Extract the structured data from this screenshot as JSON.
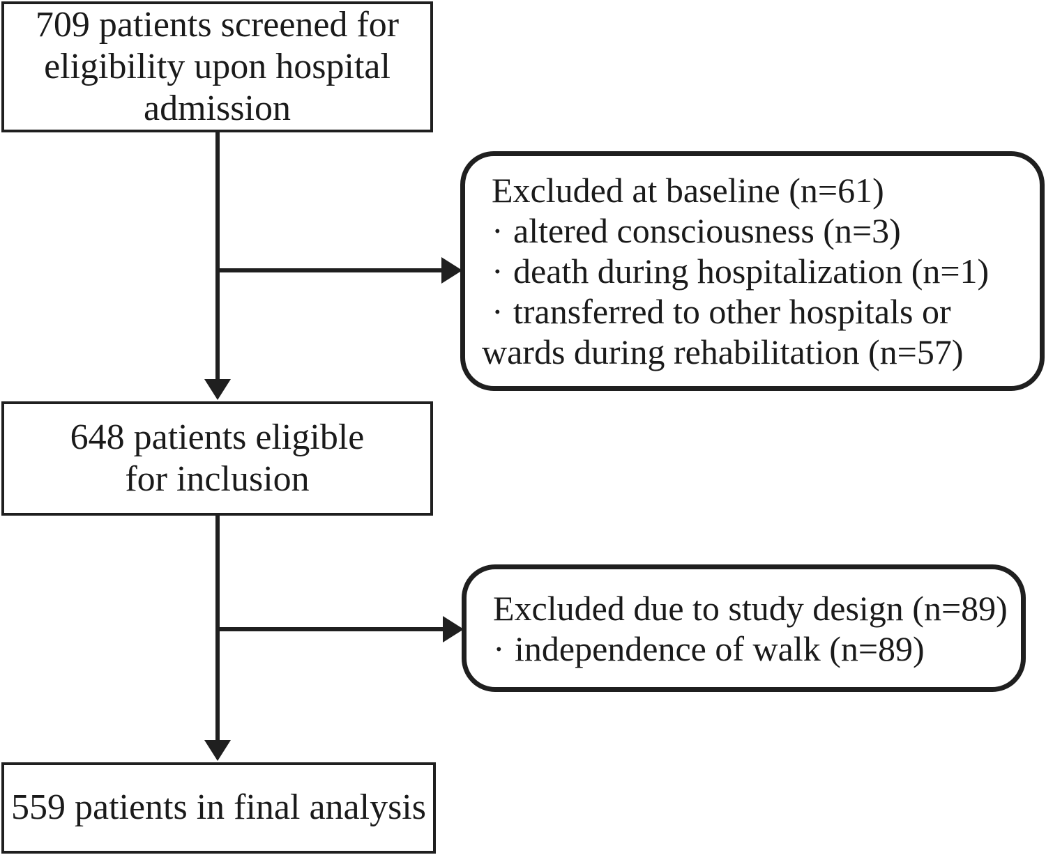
{
  "diagram": {
    "type": "participant-flow-diagram",
    "nodes": {
      "screened": {
        "shape": "rectangle",
        "lines": [
          "709 patients screened for",
          "eligibility upon hospital",
          "admission"
        ]
      },
      "eligible": {
        "shape": "rectangle",
        "lines": [
          "648 patients eligible",
          "for inclusion"
        ]
      },
      "final": {
        "shape": "rectangle",
        "lines": [
          "559 patients in final analysis"
        ]
      },
      "excluded_baseline": {
        "shape": "rounded-rectangle",
        "heading": "Excluded at baseline (n=61)",
        "bullets": [
          "altered consciousness (n=3)",
          "death during hospitalization (n=1)",
          "transferred to other hospitals or"
        ],
        "continuation": "wards during rehabilitation (n=57)",
        "bullet_glyph": "·"
      },
      "excluded_design": {
        "shape": "rounded-rectangle",
        "heading": "Excluded due to study design (n=89)",
        "bullets": [
          "independence of walk (n=89)"
        ],
        "bullet_glyph": "·"
      }
    },
    "counts": {
      "screened": 709,
      "excluded_at_baseline": 61,
      "altered_consciousness": 3,
      "death_during_hospitalization": 1,
      "transferred_to_other_hospitals_or_wards": 57,
      "eligible_for_inclusion": 648,
      "excluded_due_to_study_design": 89,
      "independence_of_walk": 89,
      "final_analysis": 559
    },
    "colors": {
      "stroke": "#1f1f1f",
      "fill": "#ffffff",
      "text": "#1a1a1a"
    }
  }
}
